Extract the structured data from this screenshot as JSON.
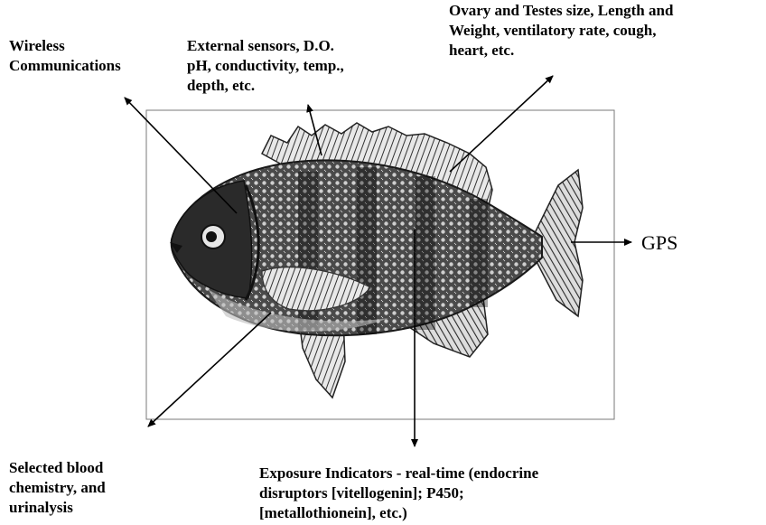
{
  "labels": {
    "wireless": "Wireless\nCommunications",
    "external": "External sensors, D.O.\npH, conductivity, temp.,\ndepth, etc.",
    "ovary": "Ovary and Testes size, Length and\nWeight, ventilatory rate, cough,\nheart, etc.",
    "gps": "GPS",
    "blood": "Selected blood\nchemistry, and\nurinalysis",
    "exposure": "Exposure Indicators - real-time (endocrine\ndisruptors [vitellogenin]; P450;\n[metallothionein], etc.)"
  },
  "icons": {
    "fish": "bluegill-fish-illustration"
  },
  "colors": {
    "ink": "#000000",
    "fish_body": "#5a5a5a",
    "fish_dark": "#1c1c1c",
    "fish_light": "#d9d9d9",
    "frame": "#7a7a7a"
  }
}
